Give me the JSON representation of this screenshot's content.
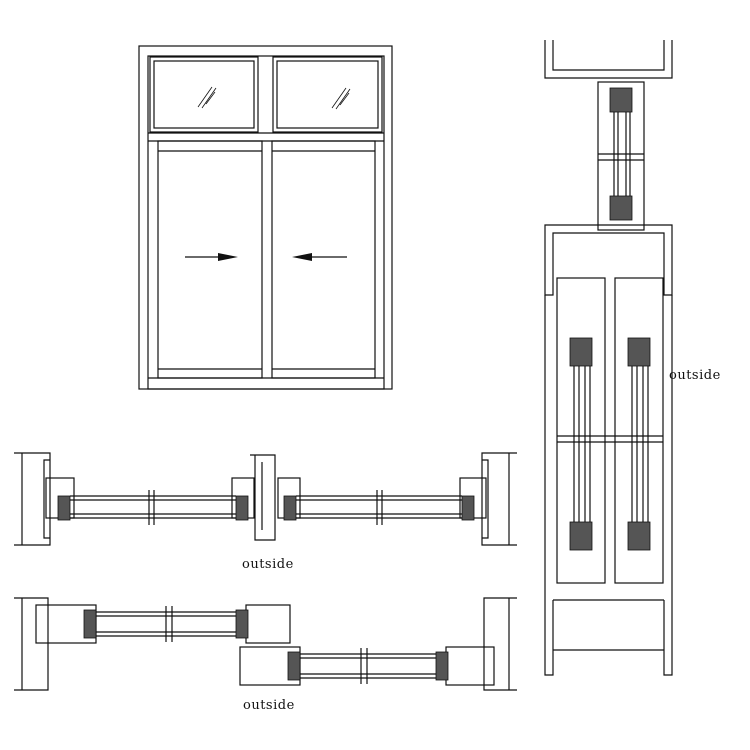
{
  "labels": {
    "horizontal_section_1": "outside",
    "horizontal_section_2": "outside",
    "vertical_section": "outside"
  }
}
